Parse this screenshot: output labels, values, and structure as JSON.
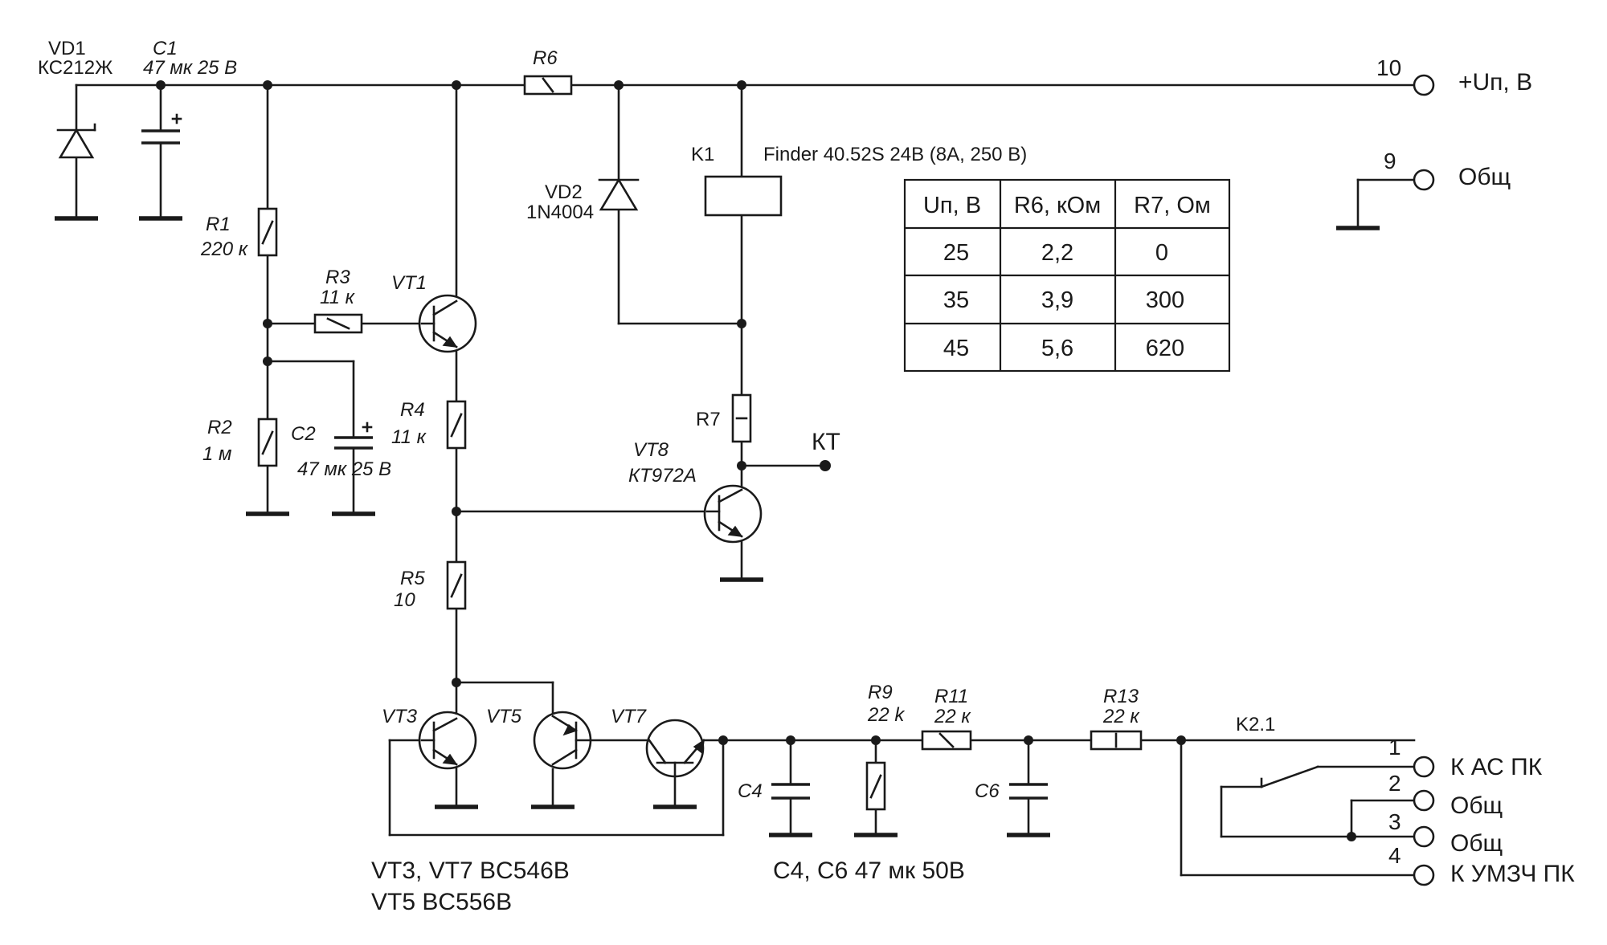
{
  "components": {
    "vd1": {
      "ref": "VD1",
      "value": "КС212Ж"
    },
    "c1": {
      "ref": "C1",
      "value": "47 мк 25 В"
    },
    "r1": {
      "ref": "R1",
      "value": "220 к"
    },
    "r2": {
      "ref": "R2",
      "value": "1 м"
    },
    "c2": {
      "ref": "C2",
      "value": "47 мк 25 В"
    },
    "r3": {
      "ref": "R3",
      "value": "11 к"
    },
    "vt1": {
      "ref": "VT1"
    },
    "r4": {
      "ref": "R4",
      "value": "11 к"
    },
    "r5": {
      "ref": "R5",
      "value": "10"
    },
    "r6": {
      "ref": "R6"
    },
    "vd2": {
      "ref": "VD2",
      "value": "1N4004"
    },
    "k1": {
      "ref": "K1",
      "value": "Finder 40.52S 24В (8А, 250 В)"
    },
    "r7": {
      "ref": "R7"
    },
    "vt8": {
      "ref": "VT8",
      "value": "КТ972А"
    },
    "kt": {
      "label": "КТ"
    },
    "vt3": {
      "ref": "VT3"
    },
    "vt5": {
      "ref": "VT5"
    },
    "vt7": {
      "ref": "VT7"
    },
    "c4": {
      "ref": "C4"
    },
    "c6": {
      "ref": "C6"
    },
    "r9": {
      "ref": "R9",
      "value": "22 k"
    },
    "r11": {
      "ref": "R11",
      "value": "22 к"
    },
    "r13": {
      "ref": "R13",
      "value": "22 к"
    },
    "k21": {
      "ref": "K2.1"
    }
  },
  "terminals": {
    "t10": {
      "num": "10",
      "label": "+Uп, В"
    },
    "t9": {
      "num": "9",
      "label": "Общ"
    },
    "t1": {
      "num": "1",
      "label": "К АС ПК"
    },
    "t2": {
      "num": "2",
      "label": "Общ"
    },
    "t3": {
      "num": "3",
      "label": "Общ"
    },
    "t4": {
      "num": "4",
      "label": "К УМЗЧ ПК"
    }
  },
  "notes": {
    "transistors_line1": "VT3, VT7 BC546B",
    "transistors_line2": "VT5 BC556B",
    "capacitors": "C4, C6 47 мк 50В"
  },
  "table": {
    "headers": [
      "Uп, В",
      "R6, кОм",
      "R7, Ом"
    ],
    "rows": [
      [
        "25",
        "2,2",
        "0"
      ],
      [
        "35",
        "3,9",
        "300"
      ],
      [
        "45",
        "5,6",
        "620"
      ]
    ]
  }
}
